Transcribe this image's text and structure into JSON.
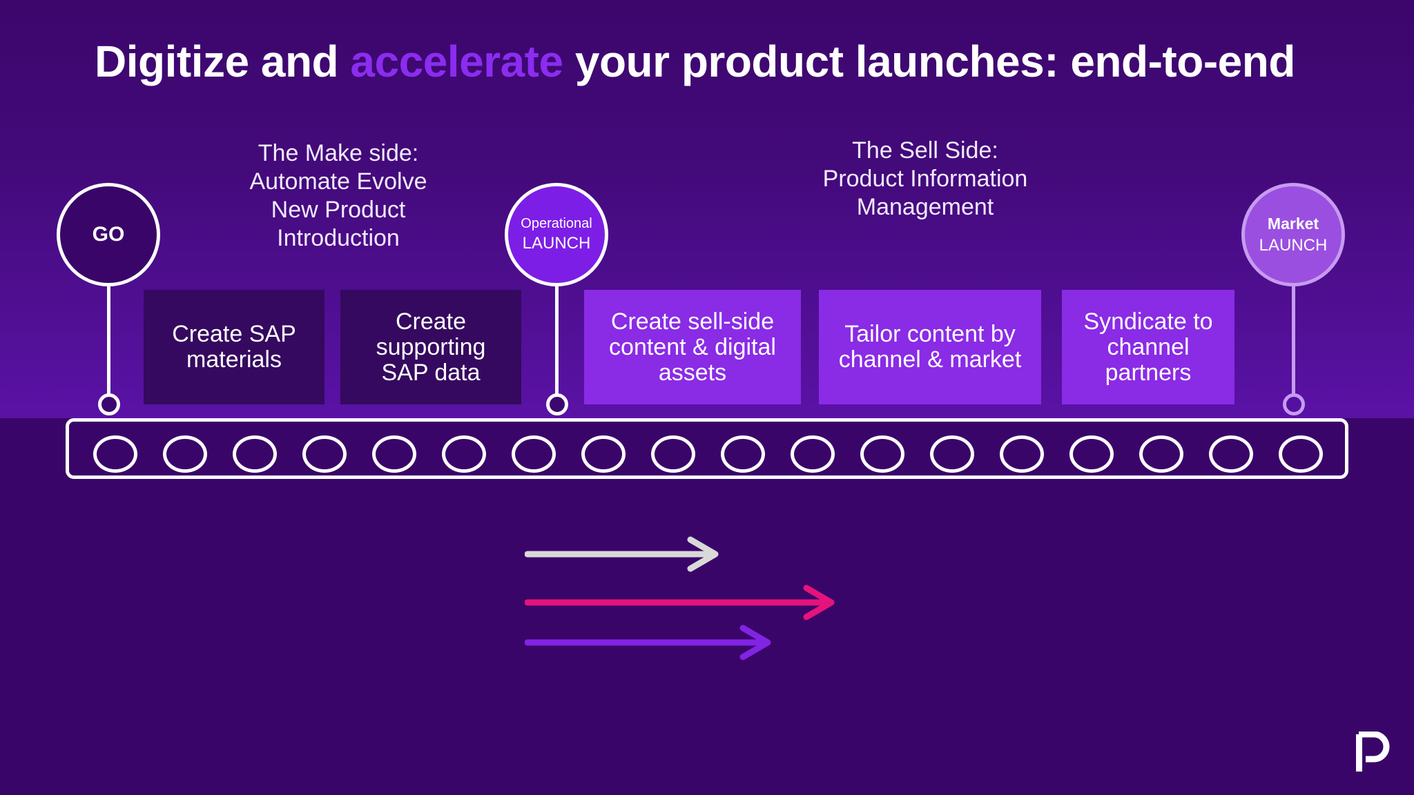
{
  "title": {
    "before": "Digitize and ",
    "accent": "accelerate",
    "after": " your product launches: end-to-end",
    "accent_color": "#8b2cf0"
  },
  "make_side": {
    "lines": [
      "The Make side:",
      "Automate Evolve",
      "New Product",
      "Introduction"
    ]
  },
  "sell_side": {
    "lines": [
      "The Sell Side:",
      "Product Information",
      "Management"
    ]
  },
  "milestones": {
    "go": {
      "label": "GO"
    },
    "operational": {
      "line1": "Operational",
      "line2": "LAUNCH"
    },
    "market": {
      "line1": "Market",
      "line2": "LAUNCH"
    }
  },
  "steps": [
    {
      "label": "Create SAP materials",
      "style": "dark"
    },
    {
      "label": "Create supporting SAP data",
      "style": "dark"
    },
    {
      "label": "Create sell-side content & digital assets",
      "style": "bright"
    },
    {
      "label": "Tailor content by channel & market",
      "style": "bright"
    },
    {
      "label": "Syndicate to channel partners",
      "style": "bright"
    }
  ],
  "conveyor": {
    "roller_count": 18
  },
  "arrows": [
    {
      "name": "arrow-gray",
      "color": "#d9d9d9"
    },
    {
      "name": "arrow-pink",
      "color": "#e4147c"
    },
    {
      "name": "arrow-purple",
      "color": "#8124e3"
    }
  ],
  "logo": {
    "icon": "p-logo-icon"
  },
  "colors": {
    "background": "#3a0569",
    "step_dark": "#35095f",
    "step_bright": "#8a2be6"
  }
}
